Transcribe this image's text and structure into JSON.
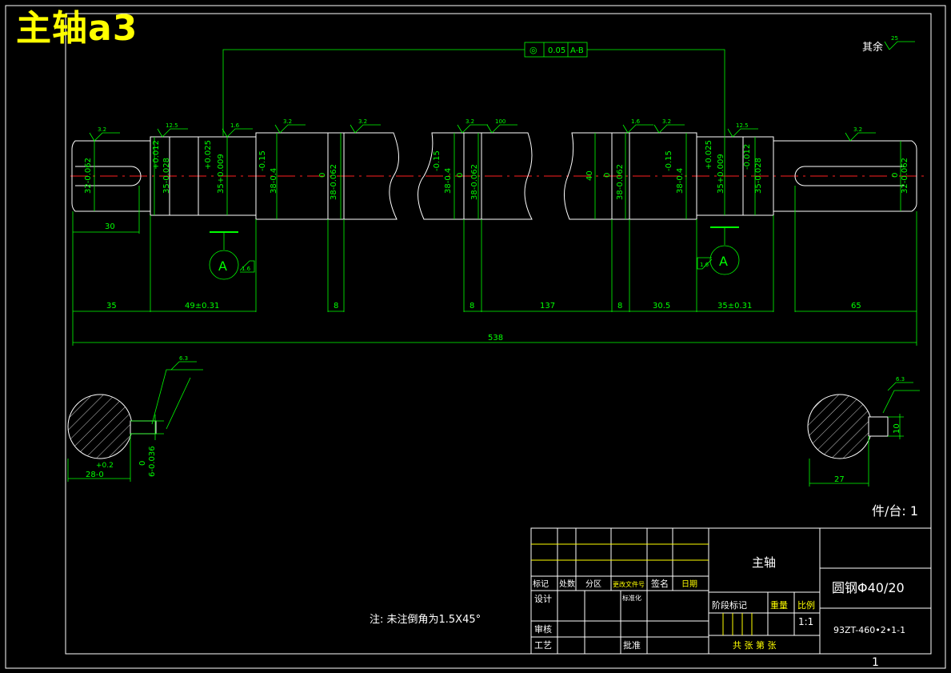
{
  "sheet_title": "主轴a3",
  "roughness_other": "其余",
  "roughness_other_value": "25",
  "tolerance_frame": {
    "symbol": "◎",
    "value": "0.05",
    "datum": "A-B"
  },
  "roughness_marks": [
    "3.2",
    "12.5",
    "1.6",
    "3.2",
    "3.2",
    "3.2",
    "100",
    "1.6",
    "3.2",
    "12.5",
    "3.2"
  ],
  "dia_labels": [
    "32-0.062",
    "+0.012",
    "35-0.028",
    "+0.025",
    "35+0.009",
    "-0.15",
    "38-0.4",
    "0",
    "38-0.062",
    "-0.15",
    "38-0.4",
    "0",
    "38-0.062",
    "40",
    "0",
    "38-0.062",
    "-0.15",
    "38-0.4",
    "+0.025",
    "35+0.009",
    "-0.012",
    "35-0.028",
    "0",
    "32-0.062"
  ],
  "dims": {
    "d30": "30",
    "d35": "35",
    "d49": "49±0.31",
    "d8a": "8",
    "d8b": "8",
    "d137": "137",
    "d8c": "8",
    "d30_5": "30.5",
    "d35b": "35±0.31",
    "d65": "65",
    "d538": "538"
  },
  "datum_a_left": "A",
  "datum_a_right": "A",
  "datum_ref_left": "1.6",
  "datum_ref_right": "1.6",
  "section_left": {
    "rough": "6.3",
    "w": "28-0",
    "w_tol": "+0.2",
    "key": "0",
    "key_tol": "6-0.036"
  },
  "section_right": {
    "rough": "6.3",
    "w": "27",
    "key": "10"
  },
  "qty_label": "件/台: 1",
  "note": "注: 未注倒角为1.5X45°",
  "title_block": {
    "part_name": "主轴",
    "material": "圆钢Φ40/20",
    "drawing_no": "93ZT-460•2•1-1",
    "scale_label": "比例",
    "scale": "1:1",
    "weight_label": "重量",
    "stage_label": "阶段标记",
    "sheets": "共 张 第 张",
    "row_labels": [
      "标记",
      "处数",
      "分区",
      "更改文件号",
      "签名",
      "日期"
    ],
    "design": "设计",
    "standard": "标准化",
    "review": "审核",
    "process": "工艺",
    "approve": "批准"
  },
  "page_no": "1"
}
